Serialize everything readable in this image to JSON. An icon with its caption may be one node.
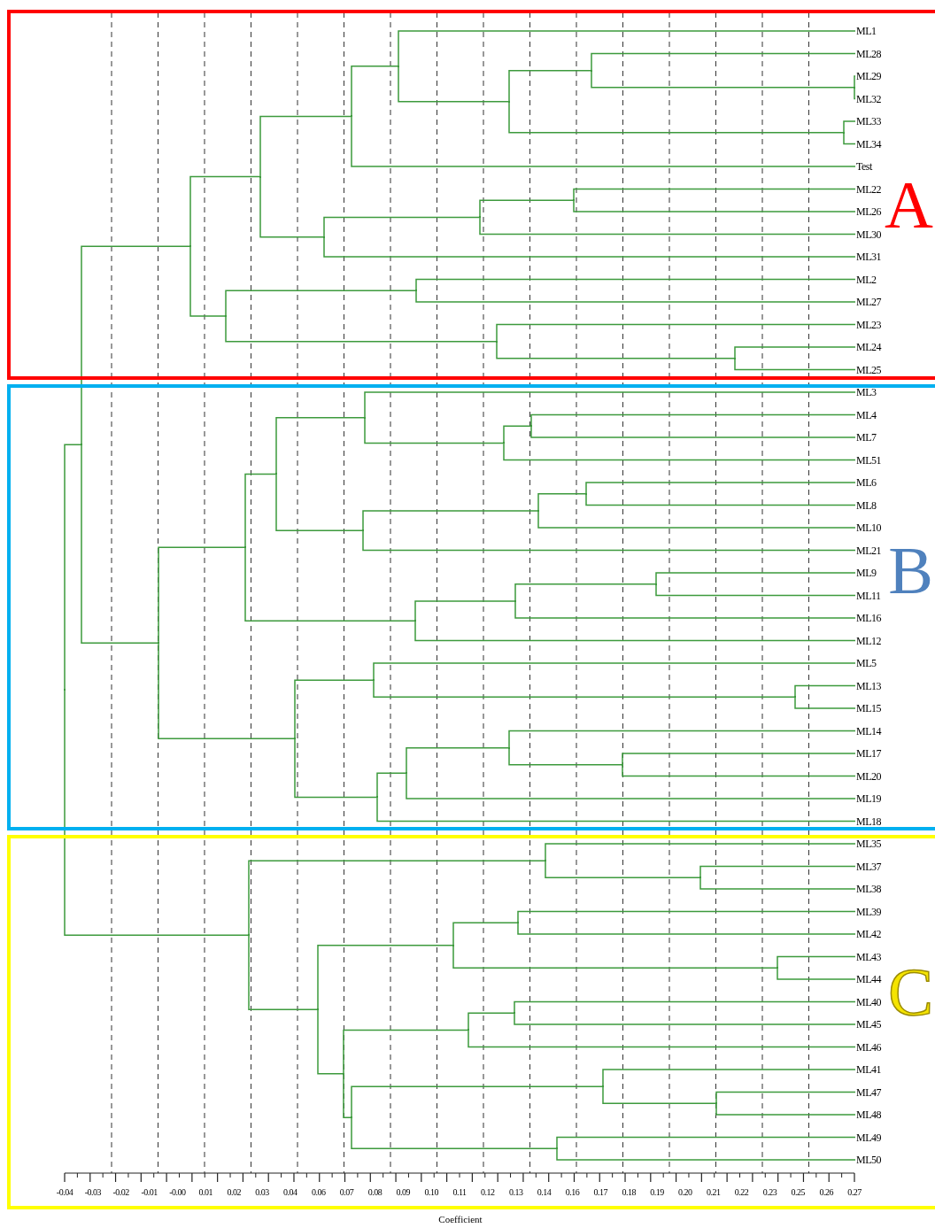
{
  "diagram": {
    "nodes": [
      {
        "text": [
          "A"
        ]
      },
      {
        "text": [
          "B"
        ]
      },
      {
        "text": [
          "C"
        ]
      },
      {
        "text": [
          "ML1"
        ],
        "in": 0
      },
      {
        "text": [
          "ML28"
        ],
        "in": 0
      },
      {
        "text": [
          "ML29"
        ],
        "in": 0
      },
      {
        "text": [
          "ML32"
        ],
        "in": 0
      },
      {
        "text": [
          "ML33"
        ],
        "in": 0
      },
      {
        "text": [
          "ML34"
        ],
        "in": 0
      },
      {
        "text": [
          "Test"
        ],
        "in": 0
      },
      {
        "text": [
          "ML22"
        ],
        "in": 0
      },
      {
        "text": [
          "ML26"
        ],
        "in": 0
      },
      {
        "text": [
          "ML30"
        ],
        "in": 0
      },
      {
        "text": [
          "ML31"
        ],
        "in": 0
      },
      {
        "text": [
          "ML2"
        ],
        "in": 0
      },
      {
        "text": [
          "ML27"
        ],
        "in": 0
      },
      {
        "text": [
          "ML23"
        ],
        "in": 0
      },
      {
        "text": [
          "ML24"
        ],
        "in": 0
      },
      {
        "text": [
          "ML25"
        ],
        "in": 0
      },
      {
        "text": [
          "ML3"
        ],
        "in": 1
      },
      {
        "text": [
          "ML4"
        ],
        "in": 1
      },
      {
        "text": [
          "ML7"
        ],
        "in": 1
      },
      {
        "text": [
          "ML51"
        ],
        "in": 1
      },
      {
        "text": [
          "ML6"
        ],
        "in": 1
      },
      {
        "text": [
          "ML8"
        ],
        "in": 1
      },
      {
        "text": [
          "ML10"
        ],
        "in": 1
      },
      {
        "text": [
          "ML21"
        ],
        "in": 1
      },
      {
        "text": [
          "ML9"
        ],
        "in": 1
      },
      {
        "text": [
          "ML11"
        ],
        "in": 1
      },
      {
        "text": [
          "ML16"
        ],
        "in": 1
      },
      {
        "text": [
          "ML12"
        ],
        "in": 1
      },
      {
        "text": [
          "ML5"
        ],
        "in": 1
      },
      {
        "text": [
          "ML13"
        ],
        "in": 1
      },
      {
        "text": [
          "ML15"
        ],
        "in": 1
      },
      {
        "text": [
          "ML14"
        ],
        "in": 1
      },
      {
        "text": [
          "ML17"
        ],
        "in": 1
      },
      {
        "text": [
          "ML20"
        ],
        "in": 1
      },
      {
        "text": [
          "ML19"
        ],
        "in": 1
      },
      {
        "text": [
          "ML18"
        ],
        "in": 1
      },
      {
        "text": [
          "ML35"
        ],
        "in": 2
      },
      {
        "text": [
          "ML37"
        ],
        "in": 2
      },
      {
        "text": [
          "ML38"
        ],
        "in": 2
      },
      {
        "text": [
          "ML39"
        ],
        "in": 2
      },
      {
        "text": [
          "ML42"
        ],
        "in": 2
      },
      {
        "text": [
          "ML43"
        ],
        "in": 2
      },
      {
        "text": [
          "ML44"
        ],
        "in": 2
      },
      {
        "text": [
          "ML40"
        ],
        "in": 2
      },
      {
        "text": [
          "ML45"
        ],
        "in": 2
      },
      {
        "text": [
          "ML46"
        ],
        "in": 2
      },
      {
        "text": [
          "ML41"
        ],
        "in": 2
      },
      {
        "text": [
          "ML47"
        ],
        "in": 2
      },
      {
        "text": [
          "ML48"
        ],
        "in": 2
      },
      {
        "text": [
          "ML49"
        ],
        "in": 2
      },
      {
        "text": [
          "ML50"
        ],
        "in": 2
      },
      {
        "text": [],
        "shape": "point",
        "in": 0
      },
      {
        "text": [],
        "shape": "point",
        "in": 0
      },
      {
        "text": [],
        "shape": "point",
        "in": 0
      },
      {
        "text": [],
        "shape": "point",
        "in": 0
      },
      {
        "text": [],
        "shape": "point",
        "in": 0
      },
      {
        "text": [],
        "shape": "point",
        "in": 0
      },
      {
        "text": [],
        "shape": "point",
        "in": 0
      },
      {
        "text": [],
        "shape": "point",
        "in": 0
      },
      {
        "text": [],
        "shape": "point",
        "in": 0
      },
      {
        "text": [],
        "shape": "point",
        "in": 0
      },
      {
        "text": [],
        "shape": "point",
        "in": 0
      },
      {
        "text": [],
        "shape": "point",
        "in": 0
      },
      {
        "text": [],
        "shape": "point",
        "in": 0
      },
      {
        "text": [],
        "shape": "point",
        "in": 0
      },
      {
        "text": [],
        "shape": "point",
        "in": 0
      },
      {
        "text": [],
        "shape": "point",
        "in": 1
      },
      {
        "text": [],
        "shape": "point",
        "in": 1
      },
      {
        "text": [],
        "shape": "point",
        "in": 1
      },
      {
        "text": [],
        "shape": "point",
        "in": 1
      },
      {
        "text": [],
        "shape": "point",
        "in": 1
      },
      {
        "text": [],
        "shape": "point",
        "in": 1
      },
      {
        "text": [],
        "shape": "point",
        "in": 1
      },
      {
        "text": [],
        "shape": "point",
        "in": 1
      },
      {
        "text": [],
        "shape": "point",
        "in": 1
      },
      {
        "text": [],
        "shape": "point",
        "in": 1
      },
      {
        "text": [],
        "shape": "point",
        "in": 1
      },
      {
        "text": [],
        "shape": "point",
        "in": 1
      },
      {
        "text": [],
        "shape": "point",
        "in": 1
      },
      {
        "text": [],
        "shape": "point",
        "in": 1
      },
      {
        "text": [],
        "shape": "point",
        "in": 1
      },
      {
        "text": [],
        "shape": "point",
        "in": 1
      },
      {
        "text": [],
        "shape": "point",
        "in": 1
      },
      {
        "text": [],
        "shape": "point",
        "in": 1
      },
      {
        "text": [],
        "shape": "point",
        "in": 1
      },
      {
        "text": [],
        "shape": "point",
        "in": 1
      },
      {
        "text": [],
        "shape": "point",
        "in": 2
      },
      {
        "text": [],
        "shape": "point",
        "in": 2
      },
      {
        "text": [],
        "shape": "point",
        "in": 2
      },
      {
        "text": [],
        "shape": "point",
        "in": 2
      },
      {
        "text": [],
        "shape": "point",
        "in": 2
      },
      {
        "text": [],
        "shape": "point",
        "in": 2
      },
      {
        "text": [],
        "shape": "point",
        "in": 2
      },
      {
        "text": [],
        "shape": "point",
        "in": 2
      },
      {
        "text": [],
        "shape": "point",
        "in": 2
      },
      {
        "text": [],
        "shape": "point",
        "in": 2
      },
      {
        "text": [],
        "shape": "point",
        "in": 2
      },
      {
        "text": [],
        "shape": "point",
        "in": 2
      },
      {
        "text": [],
        "shape": "point",
        "in": 2
      },
      {
        "text": [],
        "shape": "point",
        "in": 2
      },
      {
        "text": [],
        "shape": "point",
        "in": 1
      }
    ],
    "edges": [
      {
        "from": 54,
        "to": 5,
        "arrow": "none"
      },
      {
        "from": 54,
        "to": 6,
        "arrow": "none"
      },
      {
        "from": 55,
        "to": 4,
        "arrow": "none"
      },
      {
        "from": 55,
        "to": 54,
        "arrow": "none"
      },
      {
        "from": 56,
        "to": 7,
        "arrow": "none"
      },
      {
        "from": 56,
        "to": 8,
        "arrow": "none"
      },
      {
        "from": 57,
        "to": 55,
        "arrow": "none"
      },
      {
        "from": 57,
        "to": 56,
        "arrow": "none"
      },
      {
        "from": 58,
        "to": 3,
        "arrow": "none"
      },
      {
        "from": 58,
        "to": 57,
        "arrow": "none"
      },
      {
        "from": 59,
        "to": 58,
        "arrow": "none"
      },
      {
        "from": 59,
        "to": 9,
        "arrow": "none"
      },
      {
        "from": 60,
        "to": 10,
        "arrow": "none"
      },
      {
        "from": 60,
        "to": 11,
        "arrow": "none"
      },
      {
        "from": 61,
        "to": 60,
        "arrow": "none"
      },
      {
        "from": 61,
        "to": 12,
        "arrow": "none"
      },
      {
        "from": 62,
        "to": 61,
        "arrow": "none"
      },
      {
        "from": 62,
        "to": 13,
        "arrow": "none"
      },
      {
        "from": 63,
        "to": 59,
        "arrow": "none"
      },
      {
        "from": 63,
        "to": 62,
        "arrow": "none"
      },
      {
        "from": 64,
        "to": 14,
        "arrow": "none"
      },
      {
        "from": 64,
        "to": 15,
        "arrow": "none"
      },
      {
        "from": 65,
        "to": 17,
        "arrow": "none"
      },
      {
        "from": 65,
        "to": 18,
        "arrow": "none"
      },
      {
        "from": 66,
        "to": 16,
        "arrow": "none"
      },
      {
        "from": 66,
        "to": 65,
        "arrow": "none"
      },
      {
        "from": 67,
        "to": 64,
        "arrow": "none"
      },
      {
        "from": 67,
        "to": 66,
        "arrow": "none"
      },
      {
        "from": 68,
        "to": 63,
        "arrow": "none"
      },
      {
        "from": 68,
        "to": 67,
        "arrow": "none"
      },
      {
        "from": 69,
        "to": 20,
        "arrow": "none"
      },
      {
        "from": 69,
        "to": 21,
        "arrow": "none"
      },
      {
        "from": 70,
        "to": 69,
        "arrow": "none"
      },
      {
        "from": 70,
        "to": 22,
        "arrow": "none"
      },
      {
        "from": 71,
        "to": 19,
        "arrow": "none"
      },
      {
        "from": 71,
        "to": 70,
        "arrow": "none"
      },
      {
        "from": 72,
        "to": 23,
        "arrow": "none"
      },
      {
        "from": 72,
        "to": 24,
        "arrow": "none"
      },
      {
        "from": 73,
        "to": 72,
        "arrow": "none"
      },
      {
        "from": 73,
        "to": 25,
        "arrow": "none"
      },
      {
        "from": 74,
        "to": 73,
        "arrow": "none"
      },
      {
        "from": 74,
        "to": 26,
        "arrow": "none"
      },
      {
        "from": 75,
        "to": 71,
        "arrow": "none"
      },
      {
        "from": 75,
        "to": 74,
        "arrow": "none"
      },
      {
        "from": 76,
        "to": 27,
        "arrow": "none"
      },
      {
        "from": 76,
        "to": 28,
        "arrow": "none"
      },
      {
        "from": 77,
        "to": 76,
        "arrow": "none"
      },
      {
        "from": 77,
        "to": 29,
        "arrow": "none"
      },
      {
        "from": 78,
        "to": 77,
        "arrow": "none"
      },
      {
        "from": 78,
        "to": 30,
        "arrow": "none"
      },
      {
        "from": 79,
        "to": 75,
        "arrow": "none"
      },
      {
        "from": 79,
        "to": 78,
        "arrow": "none"
      },
      {
        "from": 80,
        "to": 32,
        "arrow": "none"
      },
      {
        "from": 80,
        "to": 33,
        "arrow": "none"
      },
      {
        "from": 81,
        "to": 31,
        "arrow": "none"
      },
      {
        "from": 81,
        "to": 80,
        "arrow": "none"
      },
      {
        "from": 82,
        "to": 35,
        "arrow": "none"
      },
      {
        "from": 82,
        "to": 36,
        "arrow": "none"
      },
      {
        "from": 83,
        "to": 34,
        "arrow": "none"
      },
      {
        "from": 83,
        "to": 82,
        "arrow": "none"
      },
      {
        "from": 84,
        "to": 83,
        "arrow": "none"
      },
      {
        "from": 84,
        "to": 37,
        "arrow": "none"
      },
      {
        "from": 85,
        "to": 84,
        "arrow": "none"
      },
      {
        "from": 85,
        "to": 38,
        "arrow": "none"
      },
      {
        "from": 86,
        "to": 81,
        "arrow": "none"
      },
      {
        "from": 86,
        "to": 85,
        "arrow": "none"
      },
      {
        "from": 87,
        "to": 79,
        "arrow": "none"
      },
      {
        "from": 87,
        "to": 86,
        "arrow": "none"
      },
      {
        "from": 88,
        "to": 68,
        "arrow": "none"
      },
      {
        "from": 88,
        "to": 87,
        "arrow": "none"
      },
      {
        "from": 89,
        "to": 40,
        "arrow": "none"
      },
      {
        "from": 89,
        "to": 41,
        "arrow": "none"
      },
      {
        "from": 90,
        "to": 39,
        "arrow": "none"
      },
      {
        "from": 90,
        "to": 89,
        "arrow": "none"
      },
      {
        "from": 91,
        "to": 42,
        "arrow": "none"
      },
      {
        "from": 91,
        "to": 43,
        "arrow": "none"
      },
      {
        "from": 92,
        "to": 44,
        "arrow": "none"
      },
      {
        "from": 92,
        "to": 45,
        "arrow": "none"
      },
      {
        "from": 93,
        "to": 91,
        "arrow": "none"
      },
      {
        "from": 93,
        "to": 92,
        "arrow": "none"
      },
      {
        "from": 94,
        "to": 46,
        "arrow": "none"
      },
      {
        "from": 94,
        "to": 47,
        "arrow": "none"
      },
      {
        "from": 95,
        "to": 94,
        "arrow": "none"
      },
      {
        "from": 95,
        "to": 48,
        "arrow": "none"
      },
      {
        "from": 96,
        "to": 50,
        "arrow": "none"
      },
      {
        "from": 96,
        "to": 51,
        "arrow": "none"
      },
      {
        "from": 97,
        "to": 49,
        "arrow": "none"
      },
      {
        "from": 97,
        "to": 96,
        "arrow": "none"
      },
      {
        "from": 98,
        "to": 52,
        "arrow": "none"
      },
      {
        "from": 98,
        "to": 53,
        "arrow": "none"
      },
      {
        "from": 99,
        "to": 97,
        "arrow": "none"
      },
      {
        "from": 99,
        "to": 98,
        "arrow": "none"
      },
      {
        "from": 100,
        "to": 95,
        "arrow": "none"
      },
      {
        "from": 100,
        "to": 99,
        "arrow": "none"
      },
      {
        "from": 101,
        "to": 93,
        "arrow": "none"
      },
      {
        "from": 101,
        "to": 100,
        "arrow": "none"
      },
      {
        "from": 102,
        "to": 90,
        "arrow": "none"
      },
      {
        "from": 102,
        "to": 101,
        "arrow": "none"
      },
      {
        "from": 103,
        "to": 88,
        "arrow": "none"
      },
      {
        "from": 103,
        "to": 102,
        "arrow": "none"
      }
    ],
    "labels": [
      "-0.04",
      "-0.03",
      "-0.02",
      "-0.01",
      "-0.00",
      "0.01",
      "0.02",
      "0.03",
      "0.04",
      "0.06",
      "0.07",
      "0.08",
      "0.09",
      "0.10",
      "0.11",
      "0.12",
      "0.13",
      "0.14",
      "0.16",
      "0.17",
      "0.18",
      "0.19",
      "0.20",
      "0.21",
      "0.22",
      "0.23",
      "0.25",
      "0.26",
      "0.27",
      "Coefficient"
    ]
  }
}
